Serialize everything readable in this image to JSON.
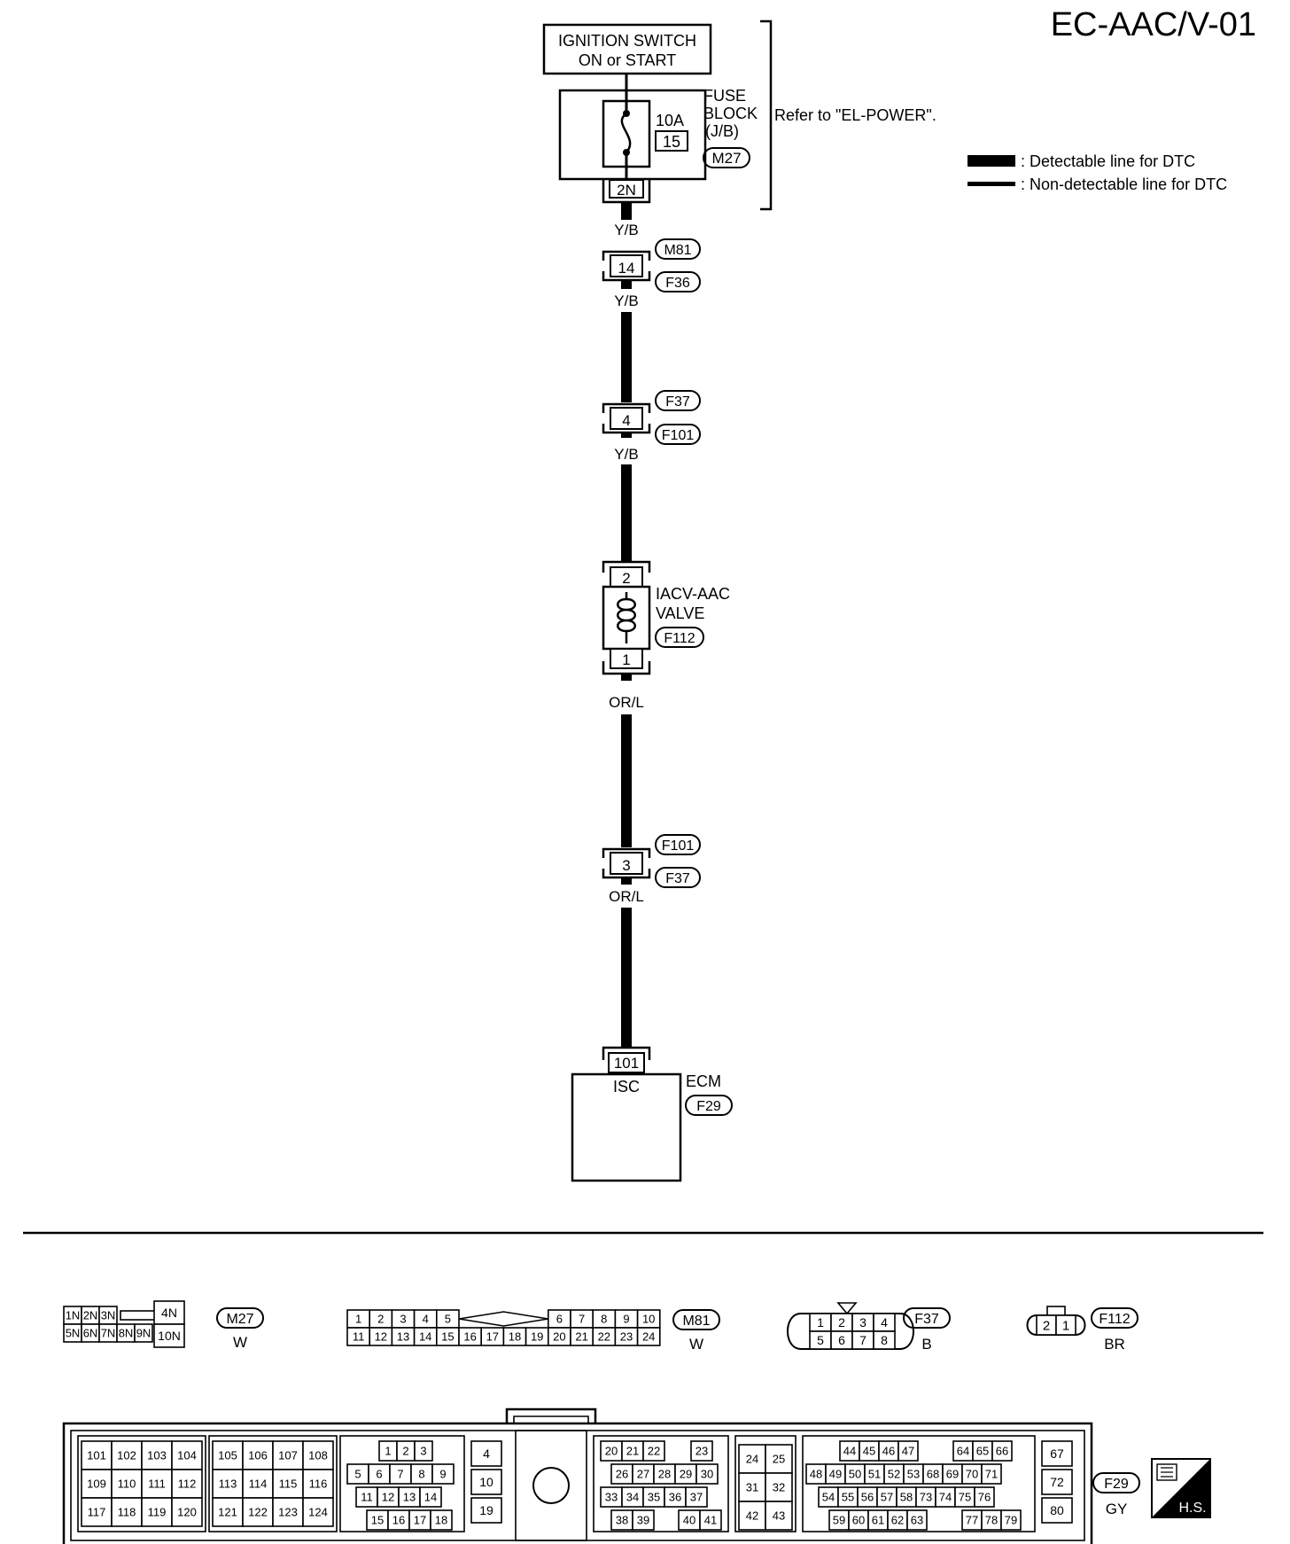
{
  "page_id": "EC-AAC/V-01",
  "ignition": {
    "line1": "IGNITION SWITCH",
    "line2": "ON or START"
  },
  "fuse": {
    "rating": "10A",
    "number": "15",
    "block_line1": "FUSE",
    "block_line2": "BLOCK",
    "block_line3": "(J/B)",
    "connector": "M27",
    "terminal": "2N"
  },
  "refer_note": "Refer to \"EL-POWER\".",
  "legend": {
    "detectable": ": Detectable line for DTC",
    "non_detectable": ": Non-detectable line for DTC"
  },
  "wires": {
    "yb": "Y/B",
    "orl": "OR/L"
  },
  "joint1": {
    "pin": "14",
    "top": "M81",
    "bottom": "F36"
  },
  "joint2": {
    "pin": "4",
    "top": "F37",
    "bottom": "F101"
  },
  "valve": {
    "pin_top": "2",
    "pin_bottom": "1",
    "name_line1": "IACV-AAC",
    "name_line2": "VALVE",
    "connector": "F112"
  },
  "joint3": {
    "pin": "3",
    "top": "F101",
    "bottom": "F37"
  },
  "ecm": {
    "pin": "101",
    "signal": "ISC",
    "name": "ECM",
    "connector": "F29"
  },
  "connectors": {
    "m27": {
      "id": "M27",
      "color": "W",
      "row1": [
        "1N",
        "2N",
        "3N"
      ],
      "row2": [
        "5N",
        "6N",
        "7N",
        "8N",
        "9N"
      ],
      "side_top": "4N",
      "side_bottom": "10N"
    },
    "m81": {
      "id": "M81",
      "color": "W",
      "row1": [
        "1",
        "2",
        "3",
        "4",
        "5",
        "6",
        "7",
        "8",
        "9",
        "10"
      ],
      "row2": [
        "11",
        "12",
        "13",
        "14",
        "15",
        "16",
        "17",
        "18",
        "19",
        "20",
        "21",
        "22",
        "23",
        "24"
      ]
    },
    "f37": {
      "id": "F37",
      "color": "B",
      "row1": [
        "1",
        "2",
        "3",
        "4"
      ],
      "row2": [
        "5",
        "6",
        "7",
        "8"
      ]
    },
    "f112": {
      "id": "F112",
      "color": "BR",
      "pins": [
        "2",
        "1"
      ]
    },
    "f29": {
      "id": "F29",
      "color": "GY",
      "hs": "H.S.",
      "blockA": [
        [
          "101",
          "102",
          "103",
          "104"
        ],
        [
          "109",
          "110",
          "111",
          "112"
        ],
        [
          "117",
          "118",
          "119",
          "120"
        ]
      ],
      "blockB": [
        [
          "105",
          "106",
          "107",
          "108"
        ],
        [
          "113",
          "114",
          "115",
          "116"
        ],
        [
          "121",
          "122",
          "123",
          "124"
        ]
      ],
      "blockC": [
        [
          "1",
          "2",
          "3"
        ],
        [
          "5",
          "6",
          "7",
          "8",
          "9"
        ],
        [
          "11",
          "12",
          "13",
          "14"
        ],
        [
          "15",
          "16",
          "17",
          "18"
        ]
      ],
      "blockD": [
        "4",
        "10",
        "19"
      ],
      "blockE": [
        [
          "20",
          "21",
          "22",
          "23"
        ],
        [
          "26",
          "27",
          "28",
          "29",
          "30"
        ],
        [
          "33",
          "34",
          "35",
          "36",
          "37"
        ],
        [
          "38",
          "39",
          "40",
          "41"
        ]
      ],
      "blockF": [
        [
          "24",
          "25"
        ],
        [
          "31",
          "32"
        ],
        [
          "42",
          "43"
        ]
      ],
      "blockG": [
        [
          "44",
          "45",
          "46",
          "47",
          "64",
          "65",
          "66"
        ],
        [
          "48",
          "49",
          "50",
          "51",
          "52",
          "53",
          "68",
          "69",
          "70",
          "71"
        ],
        [
          "54",
          "55",
          "56",
          "57",
          "58",
          "73",
          "74",
          "75",
          "76"
        ],
        [
          "59",
          "60",
          "61",
          "62",
          "63",
          "77",
          "78",
          "79"
        ]
      ],
      "blockH": [
        "67",
        "72",
        "80"
      ]
    }
  }
}
